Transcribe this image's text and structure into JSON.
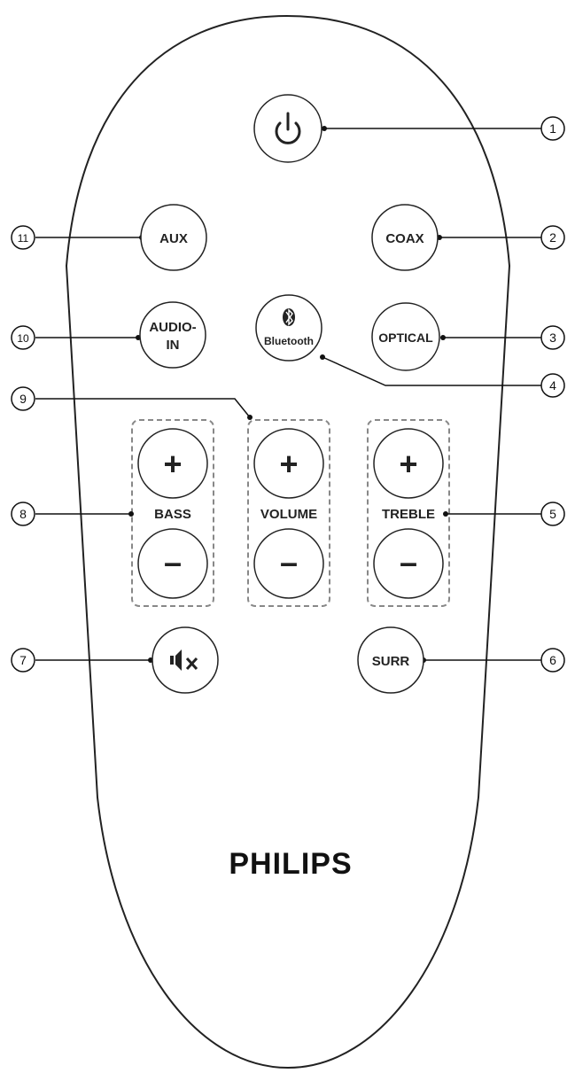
{
  "colors": {
    "stroke": "#222222",
    "button_fill": "#ffffff",
    "dash": "#888888"
  },
  "buttons": {
    "aux": "AUX",
    "coax": "COAX",
    "audio_in_line1": "AUDIO-",
    "audio_in_line2": "IN",
    "bluetooth": "Bluetooth",
    "optical": "OPTICAL",
    "surr": "SURR",
    "plus": "+",
    "minus": "–"
  },
  "groups": {
    "bass": "BASS",
    "volume": "VOLUME",
    "treble": "TREBLE"
  },
  "icons": {
    "power": "power-icon",
    "bluetooth": "bluetooth-icon",
    "mute": "mute-icon"
  },
  "callouts": [
    "1",
    "2",
    "3",
    "4",
    "5",
    "6",
    "7",
    "8",
    "9",
    "10",
    "11"
  ],
  "brand": "PHILIPS"
}
